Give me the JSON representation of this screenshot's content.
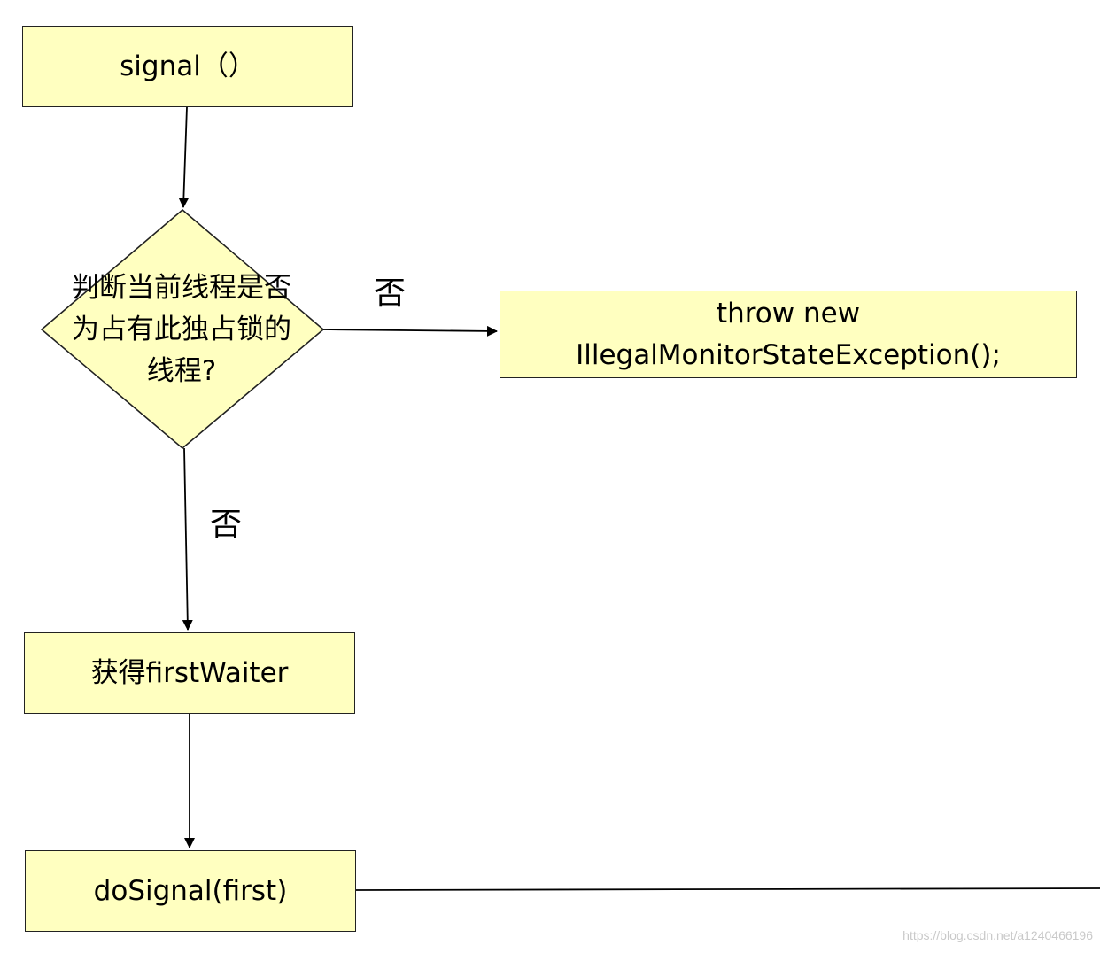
{
  "nodes": {
    "signal": "signal（）",
    "decision": "判断当前线程是否\n为占有此独占锁的\n线程?",
    "throw_line1": "throw new",
    "throw_line2": "IllegalMonitorStateException();",
    "first_waiter": "获得firstWaiter",
    "do_signal": "doSignal(first)"
  },
  "edge_labels": {
    "right_branch": "否",
    "down_branch": "否"
  },
  "watermark": "https://blog.csdn.net/a1240466196",
  "colors": {
    "node_fill": "#ffffc0",
    "stroke": "#222222"
  }
}
